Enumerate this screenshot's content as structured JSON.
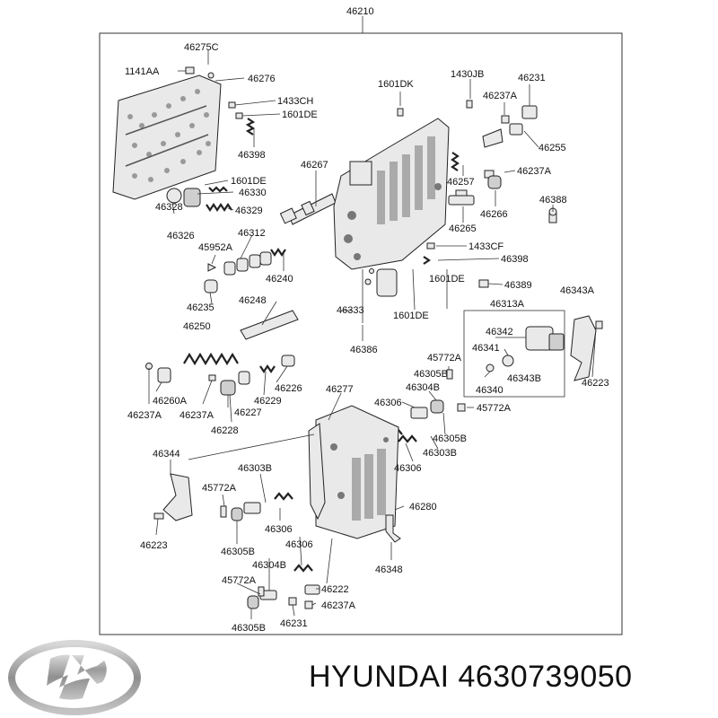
{
  "diagram": {
    "callouts": {
      "c46210": "46210",
      "c46275C": "46275C",
      "c1141AA": "1141AA",
      "c46276": "46276",
      "c1601DK": "1601DK",
      "c1430JB": "1430JB",
      "c46231_top": "46231",
      "c46237A_1": "46237A",
      "c1433CH": "1433CH",
      "c1601DE_1": "1601DE",
      "c46398_1": "46398",
      "c46255": "46255",
      "c46267": "46267",
      "c46257": "46257",
      "c46237A_2": "46237A",
      "c1601DE_2": "1601DE",
      "c46330": "46330",
      "c46329": "46329",
      "c46328": "46328",
      "c46326": "46326",
      "c46388": "46388",
      "c46265": "46265",
      "c46266": "46266",
      "c46312": "46312",
      "c45952A": "45952A",
      "c1433CF": "1433CF",
      "c46398_2": "46398",
      "c46240": "46240",
      "c46389": "46389",
      "c46343A": "46343A",
      "c46235": "46235",
      "c1601DE_3": "1601DE",
      "c46313A": "46313A",
      "c46248": "46248",
      "c46333": "46333",
      "c1601DE_4": "1601DE",
      "c46250": "46250",
      "c46386": "46386",
      "c46342": "46342",
      "c46341": "46341",
      "c45772A_1": "45772A",
      "c46343B": "46343B",
      "c46305B_1": "46305B",
      "c46340": "46340",
      "c46223_r": "46223",
      "c46226": "46226",
      "c46304B_1": "46304B",
      "c46277": "46277",
      "c46260A": "46260A",
      "c46229": "46229",
      "c46306_1": "46306",
      "c45772A_2": "45772A",
      "c46237A_3": "46237A",
      "c46237A_4": "46237A",
      "c46227": "46227",
      "c46305B_2": "46305B",
      "c46228": "46228",
      "c46303B_1": "46303B",
      "c46306_2": "46306",
      "c46344": "46344",
      "c46303B_2": "46303B",
      "c45772A_3": "45772A",
      "c46280": "46280",
      "c46306_3": "46306",
      "c46223_l": "46223",
      "c46305B_3": "46305B",
      "c46306_4": "46306",
      "c46348": "46348",
      "c46304B_2": "46304B",
      "c45772A_4": "45772A",
      "c46222": "46222",
      "c46237A_5": "46237A",
      "c46305B_4": "46305B",
      "c46231_bot": "46231"
    }
  },
  "brand": {
    "name": "HYUNDAI",
    "part_number": "4630739050",
    "caption": "HYUNDAI 4630739050"
  },
  "colors": {
    "line": "#333333",
    "part_fill": "#e9e9e9",
    "logo": "#9a9a9a"
  }
}
